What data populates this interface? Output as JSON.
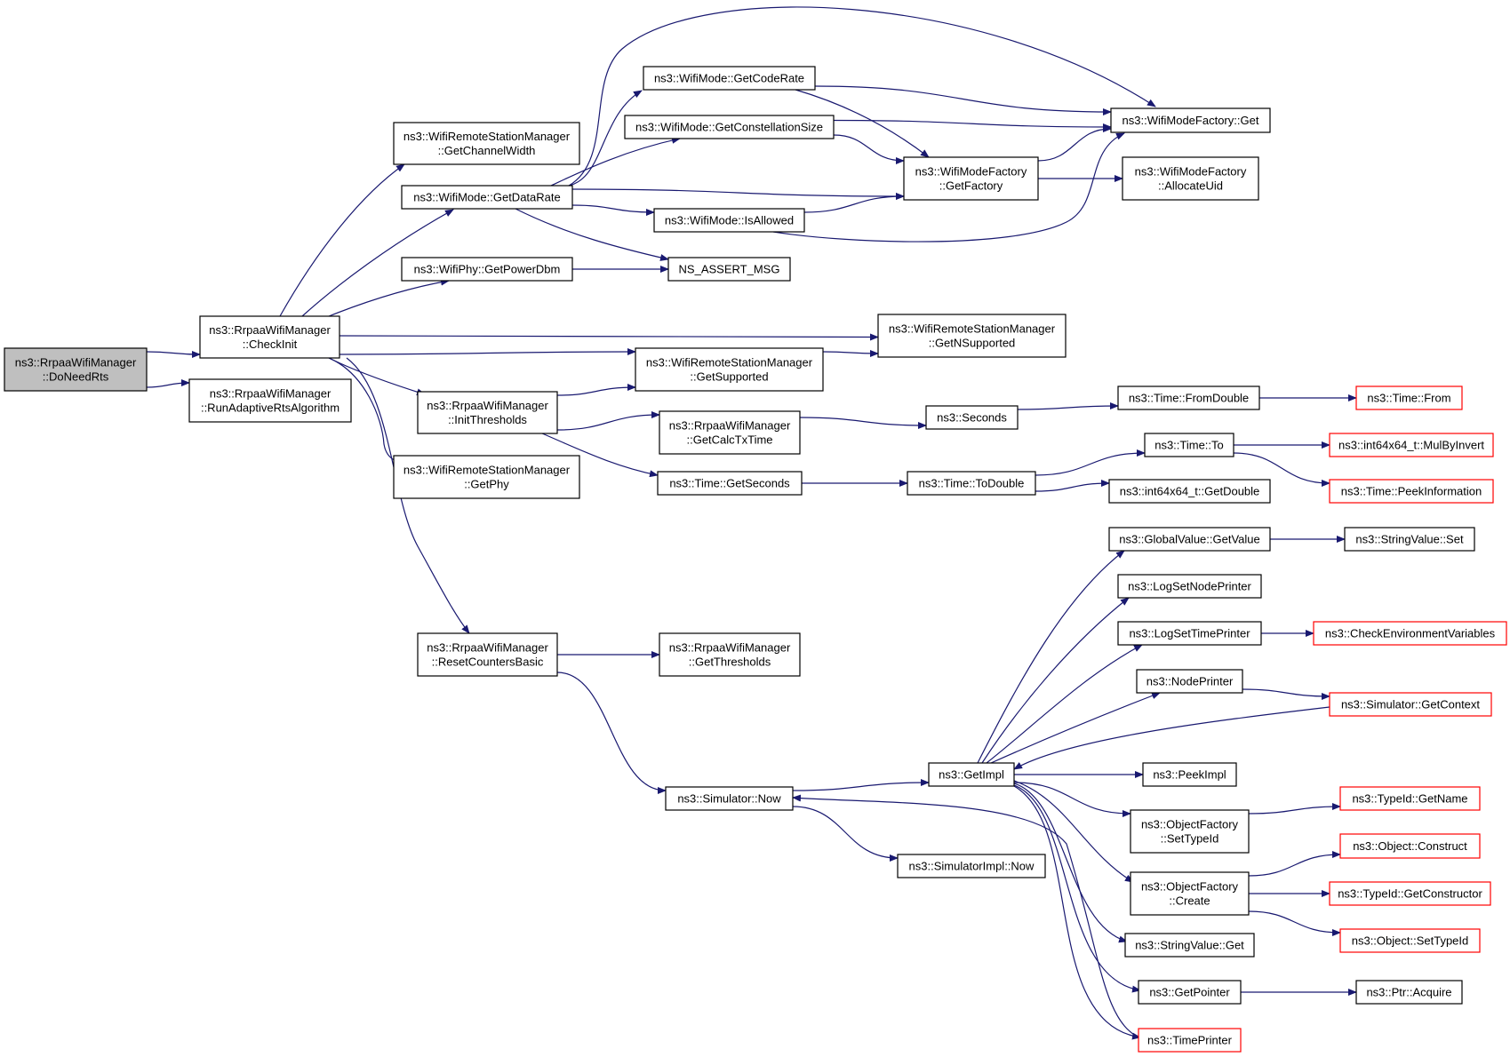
{
  "colors": {
    "edge": "#191970",
    "root_fill": "#bfbfbf",
    "node_border": "#000000",
    "truncated_border": "#ff0000",
    "node_fill": "#ffffff"
  },
  "nodes": [
    {
      "id": "root",
      "lines": [
        "ns3::RrpaaWifiManager",
        "::DoNeedRts"
      ],
      "style": "root"
    },
    {
      "id": "checkinit",
      "lines": [
        "ns3::RrpaaWifiManager",
        "::CheckInit"
      ],
      "style": "normal"
    },
    {
      "id": "runadaptive",
      "lines": [
        "ns3::RrpaaWifiManager",
        "::RunAdaptiveRtsAlgorithm"
      ],
      "style": "normal"
    },
    {
      "id": "getchannelwidth",
      "lines": [
        "ns3::WifiRemoteStationManager",
        "::GetChannelWidth"
      ],
      "style": "normal"
    },
    {
      "id": "getdatarate",
      "lines": [
        "ns3::WifiMode::GetDataRate"
      ],
      "style": "normal"
    },
    {
      "id": "getpowerdbm",
      "lines": [
        "ns3::WifiPhy::GetPowerDbm"
      ],
      "style": "normal"
    },
    {
      "id": "initthresholds",
      "lines": [
        "ns3::RrpaaWifiManager",
        "::InitThresholds"
      ],
      "style": "normal"
    },
    {
      "id": "getphy",
      "lines": [
        "ns3::WifiRemoteStationManager",
        "::GetPhy"
      ],
      "style": "normal"
    },
    {
      "id": "resetcounters",
      "lines": [
        "ns3::RrpaaWifiManager",
        "::ResetCountersBasic"
      ],
      "style": "normal"
    },
    {
      "id": "getcoderate",
      "lines": [
        "ns3::WifiMode::GetCodeRate"
      ],
      "style": "normal"
    },
    {
      "id": "getconstellation",
      "lines": [
        "ns3::WifiMode::GetConstellationSize"
      ],
      "style": "normal"
    },
    {
      "id": "isallowed",
      "lines": [
        "ns3::WifiMode::IsAllowed"
      ],
      "style": "normal"
    },
    {
      "id": "nsassert",
      "lines": [
        "NS_ASSERT_MSG"
      ],
      "style": "normal"
    },
    {
      "id": "getsupported",
      "lines": [
        "ns3::WifiRemoteStationManager",
        "::GetSupported"
      ],
      "style": "normal"
    },
    {
      "id": "getnsupported",
      "lines": [
        "ns3::WifiRemoteStationManager",
        "::GetNSupported"
      ],
      "style": "normal"
    },
    {
      "id": "getcalctx",
      "lines": [
        "ns3::RrpaaWifiManager",
        "::GetCalcTxTime"
      ],
      "style": "normal"
    },
    {
      "id": "getseconds",
      "lines": [
        "ns3::Time::GetSeconds"
      ],
      "style": "normal"
    },
    {
      "id": "getthresholds",
      "lines": [
        "ns3::RrpaaWifiManager",
        "::GetThresholds"
      ],
      "style": "normal"
    },
    {
      "id": "simnow",
      "lines": [
        "ns3::Simulator::Now"
      ],
      "style": "normal"
    },
    {
      "id": "factoryget",
      "lines": [
        "ns3::WifiModeFactory::Get"
      ],
      "style": "normal"
    },
    {
      "id": "getfactory",
      "lines": [
        "ns3::WifiModeFactory",
        "::GetFactory"
      ],
      "style": "normal"
    },
    {
      "id": "allocateuid",
      "lines": [
        "ns3::WifiModeFactory",
        "::AllocateUid"
      ],
      "style": "normal"
    },
    {
      "id": "seconds",
      "lines": [
        "ns3::Seconds"
      ],
      "style": "normal"
    },
    {
      "id": "todouble",
      "lines": [
        "ns3::Time::ToDouble"
      ],
      "style": "normal"
    },
    {
      "id": "getimpl",
      "lines": [
        "ns3::GetImpl"
      ],
      "style": "normal"
    },
    {
      "id": "simimplnow",
      "lines": [
        "ns3::SimulatorImpl::Now"
      ],
      "style": "normal"
    },
    {
      "id": "fromdouble",
      "lines": [
        "ns3::Time::FromDouble"
      ],
      "style": "normal"
    },
    {
      "id": "timeto",
      "lines": [
        "ns3::Time::To"
      ],
      "style": "normal"
    },
    {
      "id": "int64getdouble",
      "lines": [
        "ns3::int64x64_t::GetDouble"
      ],
      "style": "normal"
    },
    {
      "id": "globalgetvalue",
      "lines": [
        "ns3::GlobalValue::GetValue"
      ],
      "style": "normal"
    },
    {
      "id": "logsetnode",
      "lines": [
        "ns3::LogSetNodePrinter"
      ],
      "style": "normal"
    },
    {
      "id": "logsettime",
      "lines": [
        "ns3::LogSetTimePrinter"
      ],
      "style": "normal"
    },
    {
      "id": "nodeprinter",
      "lines": [
        "ns3::NodePrinter"
      ],
      "style": "normal"
    },
    {
      "id": "peekimpl",
      "lines": [
        "ns3::PeekImpl"
      ],
      "style": "normal"
    },
    {
      "id": "settypeid_factory",
      "lines": [
        "ns3::ObjectFactory",
        "::SetTypeId"
      ],
      "style": "normal"
    },
    {
      "id": "create",
      "lines": [
        "ns3::ObjectFactory",
        "::Create"
      ],
      "style": "normal"
    },
    {
      "id": "stringget",
      "lines": [
        "ns3::StringValue::Get"
      ],
      "style": "normal"
    },
    {
      "id": "getpointer",
      "lines": [
        "ns3::GetPointer"
      ],
      "style": "normal"
    },
    {
      "id": "timeprinter",
      "lines": [
        "ns3::TimePrinter"
      ],
      "style": "truncated"
    },
    {
      "id": "timefrom",
      "lines": [
        "ns3::Time::From"
      ],
      "style": "truncated"
    },
    {
      "id": "mulbyinvert",
      "lines": [
        "ns3::int64x64_t::MulByInvert"
      ],
      "style": "truncated"
    },
    {
      "id": "peekinfo",
      "lines": [
        "ns3::Time::PeekInformation"
      ],
      "style": "truncated"
    },
    {
      "id": "stringset",
      "lines": [
        "ns3::StringValue::Set"
      ],
      "style": "normal"
    },
    {
      "id": "checkenv",
      "lines": [
        "ns3::CheckEnvironmentVariables"
      ],
      "style": "truncated"
    },
    {
      "id": "getcontext",
      "lines": [
        "ns3::Simulator::GetContext"
      ],
      "style": "truncated"
    },
    {
      "id": "typeidgetname",
      "lines": [
        "ns3::TypeId::GetName"
      ],
      "style": "truncated"
    },
    {
      "id": "objconstruct",
      "lines": [
        "ns3::Object::Construct"
      ],
      "style": "truncated"
    },
    {
      "id": "getconstructor",
      "lines": [
        "ns3::TypeId::GetConstructor"
      ],
      "style": "truncated"
    },
    {
      "id": "objsettypeid",
      "lines": [
        "ns3::Object::SetTypeId"
      ],
      "style": "truncated"
    },
    {
      "id": "ptracquire",
      "lines": [
        "ns3::Ptr::Acquire"
      ],
      "style": "normal"
    }
  ],
  "edges": [
    [
      "root",
      "checkinit"
    ],
    [
      "root",
      "runadaptive"
    ],
    [
      "checkinit",
      "getchannelwidth"
    ],
    [
      "checkinit",
      "getdatarate"
    ],
    [
      "checkinit",
      "getpowerdbm"
    ],
    [
      "checkinit",
      "getnsupported"
    ],
    [
      "checkinit",
      "getsupported"
    ],
    [
      "checkinit",
      "initthresholds"
    ],
    [
      "checkinit",
      "getphy"
    ],
    [
      "checkinit",
      "resetcounters"
    ],
    [
      "getdatarate",
      "getcoderate"
    ],
    [
      "getdatarate",
      "getconstellation"
    ],
    [
      "getdatarate",
      "factoryget"
    ],
    [
      "getdatarate",
      "getfactory"
    ],
    [
      "getdatarate",
      "isallowed"
    ],
    [
      "getdatarate",
      "nsassert"
    ],
    [
      "getpowerdbm",
      "nsassert"
    ],
    [
      "getcoderate",
      "factoryget"
    ],
    [
      "getcoderate",
      "getfactory"
    ],
    [
      "getconstellation",
      "factoryget"
    ],
    [
      "getconstellation",
      "getfactory"
    ],
    [
      "isallowed",
      "getfactory"
    ],
    [
      "isallowed",
      "factoryget"
    ],
    [
      "getfactory",
      "factoryget"
    ],
    [
      "getfactory",
      "allocateuid"
    ],
    [
      "getsupported",
      "getnsupported"
    ],
    [
      "initthresholds",
      "getsupported"
    ],
    [
      "initthresholds",
      "getcalctx"
    ],
    [
      "initthresholds",
      "getseconds"
    ],
    [
      "getcalctx",
      "seconds"
    ],
    [
      "seconds",
      "fromdouble"
    ],
    [
      "fromdouble",
      "timefrom"
    ],
    [
      "getseconds",
      "todouble"
    ],
    [
      "todouble",
      "timeto"
    ],
    [
      "todouble",
      "int64getdouble"
    ],
    [
      "timeto",
      "mulbyinvert"
    ],
    [
      "timeto",
      "peekinfo"
    ],
    [
      "resetcounters",
      "getthresholds"
    ],
    [
      "resetcounters",
      "simnow"
    ],
    [
      "simnow",
      "getimpl"
    ],
    [
      "simnow",
      "simimplnow"
    ],
    [
      "getimpl",
      "globalgetvalue"
    ],
    [
      "getimpl",
      "logsetnode"
    ],
    [
      "getimpl",
      "logsettime"
    ],
    [
      "getimpl",
      "nodeprinter"
    ],
    [
      "getimpl",
      "peekimpl"
    ],
    [
      "getimpl",
      "settypeid_factory"
    ],
    [
      "getimpl",
      "create"
    ],
    [
      "getimpl",
      "stringget"
    ],
    [
      "getimpl",
      "getpointer"
    ],
    [
      "getimpl",
      "timeprinter"
    ],
    [
      "getcontext",
      "getimpl"
    ],
    [
      "timeprinter",
      "simnow"
    ],
    [
      "globalgetvalue",
      "stringset"
    ],
    [
      "logsettime",
      "checkenv"
    ],
    [
      "nodeprinter",
      "getcontext"
    ],
    [
      "settypeid_factory",
      "typeidgetname"
    ],
    [
      "create",
      "objconstruct"
    ],
    [
      "create",
      "getconstructor"
    ],
    [
      "create",
      "objsettypeid"
    ],
    [
      "getpointer",
      "ptracquire"
    ]
  ]
}
